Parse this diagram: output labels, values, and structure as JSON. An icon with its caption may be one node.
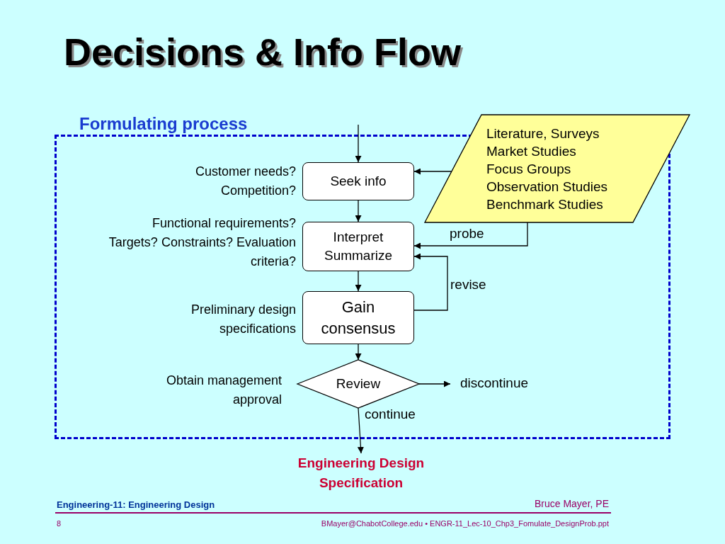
{
  "diagram": {
    "title": "Decisions & Info Flow",
    "nodes": [
      {
        "text": [
          "Formulating process"
        ]
      },
      {
        "text": [
          "Seek info"
        ],
        "in": 0,
        "beside": [
          "Customer needs? Competition?"
        ]
      },
      {
        "text": [
          "Interpret Summarize"
        ],
        "in": 0,
        "beside": [
          "Functional requirements? Targets? Constraints? Evaluation criteria?"
        ]
      },
      {
        "text": [
          "Gain consensus"
        ],
        "in": 0,
        "beside": [
          "Preliminary design specifications"
        ]
      },
      {
        "text": [
          "Review"
        ],
        "in": 0,
        "beside": [
          "Obtain management approval"
        ]
      },
      {
        "text": [
          "Literature, Surveys",
          "Market Studies",
          "Focus Groups",
          "Observation Studies",
          "Benchmark Studies"
        ]
      },
      {
        "text": [
          "Engineering Design Specification"
        ]
      },
      {
        "text": [
          "discontinue"
        ],
        "in": 0
      }
    ],
    "edges": [
      {
        "from": null,
        "to": 1,
        "arrow": "to"
      },
      {
        "from": 1,
        "to": 2,
        "arrow": "to"
      },
      {
        "from": 2,
        "to": 3,
        "arrow": "to"
      },
      {
        "from": 3,
        "to": 4,
        "arrow": "to"
      },
      {
        "from": 4,
        "to": 6,
        "arrow": "to",
        "label": "continue"
      },
      {
        "from": 4,
        "to": 7,
        "arrow": "to"
      },
      {
        "from": 5,
        "to": 1,
        "arrow": "to"
      },
      {
        "from": 5,
        "to": 2,
        "arrow": "to",
        "label": "probe"
      },
      {
        "from": 3,
        "to": 2,
        "arrow": "to",
        "label": "revise"
      }
    ],
    "labels": [
      "Engineering-11: Engineering Design",
      "Bruce Mayer, PE",
      "8",
      "BMayer@ChabotCollege.edu • ENGR-11_Lec-10_Chp3_Fomulate_DesignProb.ppt"
    ]
  }
}
